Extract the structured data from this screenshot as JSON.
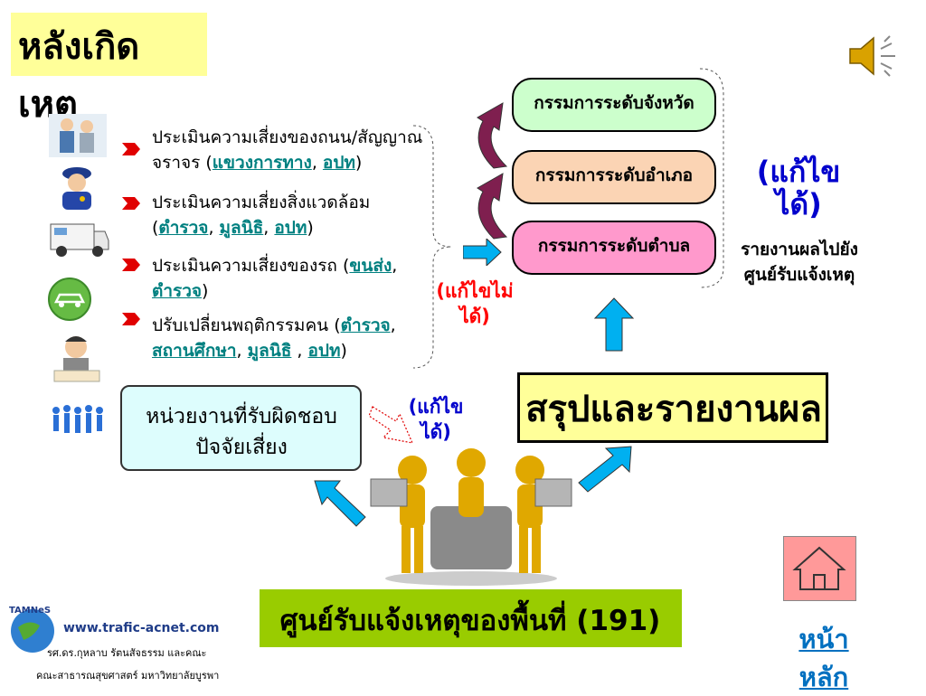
{
  "title": "หลังเกิด\nเหตุ",
  "items": [
    {
      "text": "ประเมินความเสี่ยงของถนน/สัญญาณจราจร (",
      "links": [
        "แขวงการทาง",
        "อปท"
      ],
      "seps": [
        ", "
      ],
      "end": ")"
    },
    {
      "text": "ประเมินความเสี่ยงสิ่งแวดล้อม (",
      "links": [
        "ตำรวจ",
        "มูลนิธิ",
        "อปท"
      ],
      "seps": [
        ", ",
        ", "
      ],
      "end": ")"
    },
    {
      "text": "ประเมินความเสี่ยงของรถ (",
      "links": [
        "ขนส่ง",
        "ตำรวจ"
      ],
      "seps": [
        ", "
      ],
      "end": ")"
    },
    {
      "text": "ปรับเปลี่ยนพฤติกรรมคน (",
      "links": [
        "ตำรวจ",
        "สถานศึกษา",
        "มูลนิธิ",
        "อปท"
      ],
      "seps": [
        ", ",
        ", ",
        " , "
      ],
      "end": ")"
    }
  ],
  "committees": {
    "province": "กรรมการระดับจังหวัด",
    "district": "กรรมการระดับอำเภอ",
    "subdistrict": "กรรมการระดับตำบล"
  },
  "solvable_right": "(แก้ไขได้)",
  "unsolvable": "(แก้ไขไม่ได้)",
  "solvable_center": "(แก้ไขได้)",
  "report_to_center": "รายงานผลไปยังศูนย์รับแจ้งเหตุ",
  "responsible_unit": "หน่วยงานที่รับผิดชอบปัจจัยเสี่ยง",
  "summary": "สรุปและรายงานผล",
  "center_name": "ศูนย์รับแจ้งเหตุของพื้นที่ (191)",
  "home_link": "หน้าหลัก",
  "footer": {
    "logo_text": "TAMNeS",
    "url": "www.trafic-acnet.com",
    "line1": "รศ.ดร.กุหลาบ รัตนสัจธรรม และคณะ",
    "line2": "คณะสาธารณสุขศาสตร์ มหาวิทยาลัยบูรพา"
  },
  "colors": {
    "title_bg": "#ffff99",
    "committee_province": "#ccffcc",
    "committee_district": "#fbd4b4",
    "committee_subdistrict": "#ff99cc",
    "arrow_cyan": "#00b0f0",
    "curved_arrow": "#7f1f4f",
    "center_bg": "#99cc00"
  }
}
